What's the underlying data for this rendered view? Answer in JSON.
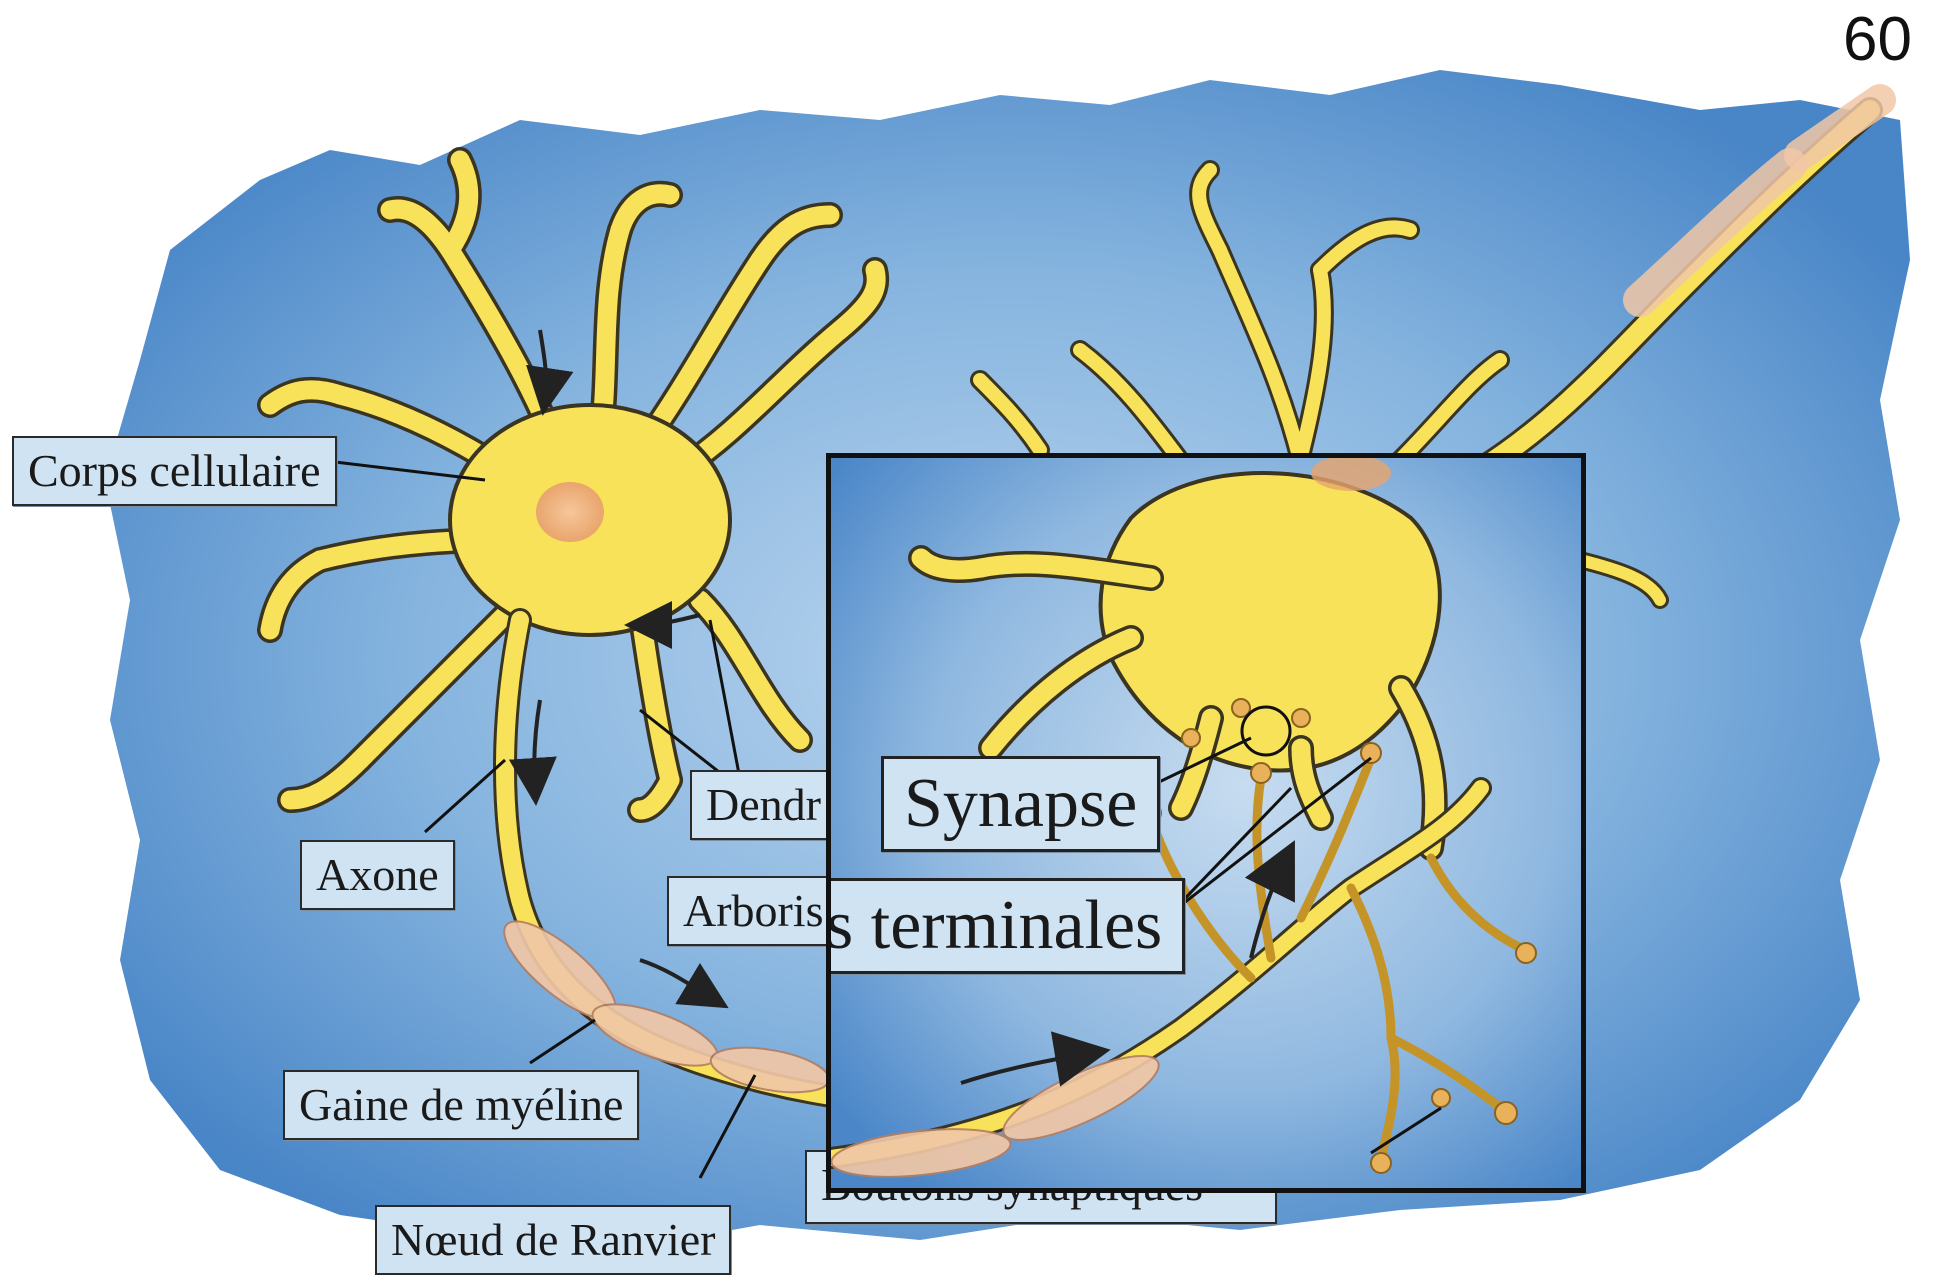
{
  "page": {
    "number": "60"
  },
  "labels": {
    "corps_cellulaire": "Corps cellulaire",
    "dendrites_partial": "Dendr",
    "axone": "Axone",
    "arborisations_partial": "Arboris",
    "gaine_myeline": "Gaine de myéline",
    "noeud_ranvier": "Nœud de Ranvier",
    "boutons_synaptiques": "Boutons synaptiques"
  },
  "inset": {
    "synapse": "Synapse",
    "terminales": "s terminales"
  },
  "colors": {
    "background_wash": "#6a9fd3",
    "neuron_yellow": "#f8e25a",
    "neuron_outline": "#3a3420",
    "myelin_pink": "#f1c7a6",
    "nucleus": "#f0b880",
    "label_fill": "#cfe3f3",
    "label_border": "#2a2a2a"
  }
}
